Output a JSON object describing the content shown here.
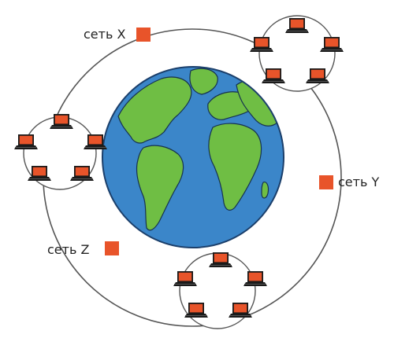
{
  "networks": [
    {
      "id": "x",
      "label": "сеть X",
      "computers": 5
    },
    {
      "id": "y",
      "label": "сеть Y",
      "computers": 5
    },
    {
      "id": "z",
      "label": "сеть Z",
      "computers": 5
    }
  ],
  "colors": {
    "router": "#e8542a",
    "screen": "#e8542a",
    "laptop_body": "#1a1a1a",
    "ring": "#555555",
    "ocean": "#3b86c9",
    "ocean_edge": "#1b3f6b",
    "land": "#6fbe44",
    "land_edge": "#16324f"
  },
  "icons": {
    "router": "router-icon",
    "computer": "laptop-icon",
    "planet": "globe-icon"
  }
}
